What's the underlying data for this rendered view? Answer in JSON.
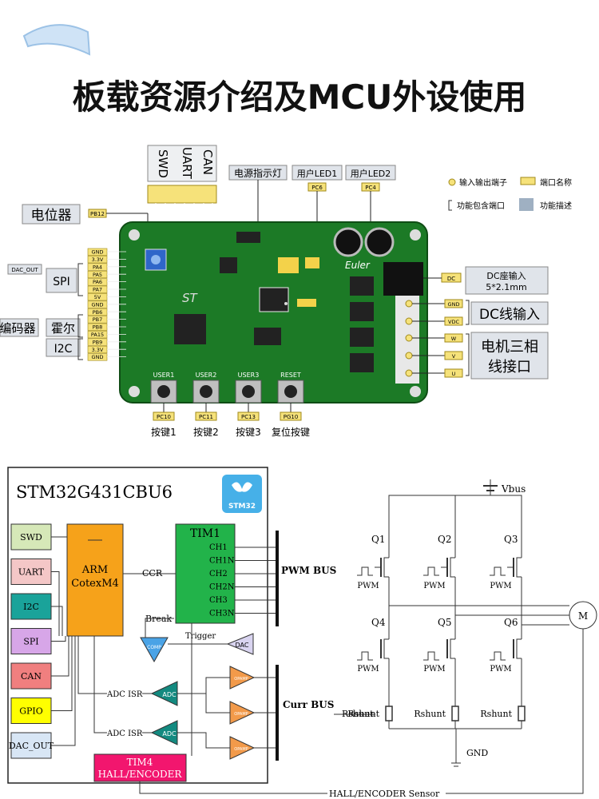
{
  "title": "板载资源介绍及MCU外设使用",
  "board": {
    "top_headers": [
      "SWD",
      "UART",
      "CAN"
    ],
    "top_labels": [
      "电源指示灯",
      "用户LED1",
      "用户LED2"
    ],
    "led_pins": [
      "PC6",
      "PC4"
    ],
    "pot_label": "电位器",
    "pot_pin": "PB12",
    "left_pins": [
      "GND",
      "3.3V",
      "PA4",
      "PA5",
      "PA6",
      "PA7",
      "5V",
      "GND",
      "PB6",
      "PB7",
      "PB8",
      "PA15",
      "PB9",
      "3.3V",
      "GND"
    ],
    "dac_out_label": "DAC_OUT",
    "spi_label": "SPI",
    "encoder_label": "编码器",
    "hall_label": "霍尔",
    "i2c_label": "I2C",
    "buttons": [
      {
        "silk": "USER1",
        "pin": "PC10",
        "label": "按键1"
      },
      {
        "silk": "USER2",
        "pin": "PC11",
        "label": "按键2"
      },
      {
        "silk": "USER3",
        "pin": "PC13",
        "label": "按键3"
      },
      {
        "silk": "RESET",
        "pin": "PG10",
        "label": "复位按键"
      }
    ],
    "board_logo": "Euler",
    "legend": {
      "io_port": "输入输出端子",
      "port_name": "端口名称",
      "multi_port": "功能包含端口",
      "function_desc": "功能描述"
    },
    "dc_jack": {
      "pin": "DC",
      "label_line1": "DC座输入",
      "label_line2": "5*2.1mm"
    },
    "dc_line": {
      "pins": [
        "GND",
        "VDC"
      ],
      "label": "DC线输入"
    },
    "motor": {
      "pins": [
        "W",
        "V",
        "U"
      ],
      "label_line1": "电机三相",
      "label_line2": "线接口"
    }
  },
  "mcu": {
    "chip": "STM32G431CBU6",
    "logo": "STM32",
    "peripherals": [
      {
        "name": "SWD",
        "color": "#d6e8b8"
      },
      {
        "name": "UART",
        "color": "#f4c7c7"
      },
      {
        "name": "I2C",
        "color": "#1aa39a"
      },
      {
        "name": "SPI",
        "color": "#d7a6e8"
      },
      {
        "name": "CAN",
        "color": "#f07f7f"
      },
      {
        "name": "GPIO",
        "color": "#ffff00"
      },
      {
        "name": "DAC_OUT",
        "color": "#d8e6f5"
      }
    ],
    "core_line1": "ARM",
    "core_line2": "CotexM4",
    "tim1": "TIM1",
    "tim1_channels": [
      "CH1",
      "CH1N",
      "CH2",
      "CH2N",
      "CH3",
      "CH3N"
    ],
    "ccr": "CCR",
    "break": "Break",
    "trigger": "Trigger",
    "comp": "COMP",
    "dac": "DAC",
    "adc": "ADC",
    "opamp": "OPAMP",
    "adc_isr": "ADC ISR",
    "tim4_line1": "TIM4",
    "tim4_line2": "HALL/ENCODER",
    "pwm_bus": "PWM BUS",
    "curr_bus": "Curr BUS",
    "sensor": "HALL/ENCODER Sensor"
  },
  "bridge": {
    "vbus": "Vbus",
    "transistors": [
      "Q1",
      "Q2",
      "Q3",
      "Q4",
      "Q5",
      "Q6"
    ],
    "pwm": "PWM",
    "rshunt": "Rshunt",
    "gnd": "GND",
    "motor": "M"
  },
  "colors": {
    "pcb": "#1c7a26",
    "pin_yellow": "#f6e27a",
    "label_gray": "#e0e4ea",
    "tim1_green": "#22b34a",
    "core_orange": "#f6a21a",
    "tim4_red": "#f2166e",
    "comp_blue": "#4aa3e6",
    "adc_teal": "#138a80",
    "opamp_orange": "#f29a4a"
  }
}
